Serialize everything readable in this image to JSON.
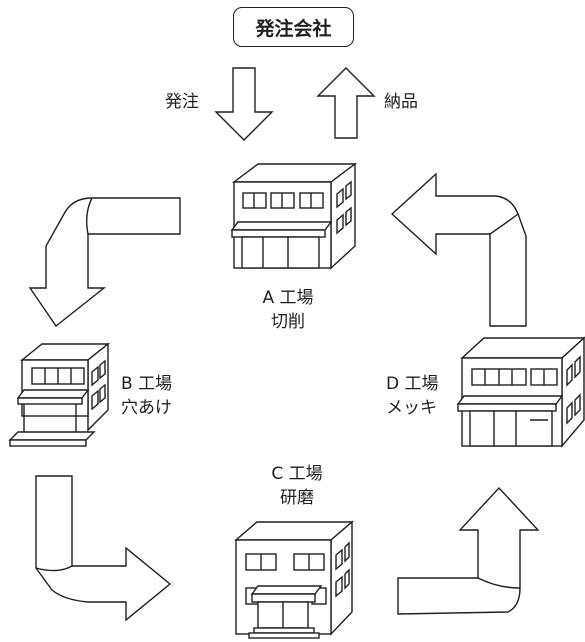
{
  "ordering_company": "発注会社",
  "flow_labels": {
    "order": "発注",
    "delivery": "納品"
  },
  "factories": {
    "a": {
      "name": "A 工場",
      "process": "切削"
    },
    "b": {
      "name": "B 工場",
      "process": "穴あけ"
    },
    "c": {
      "name": "C 工場",
      "process": "研磨"
    },
    "d": {
      "name": "D 工場",
      "process": "メッキ"
    }
  },
  "colors": {
    "line": "#231f20",
    "fill": "#ffffff"
  }
}
